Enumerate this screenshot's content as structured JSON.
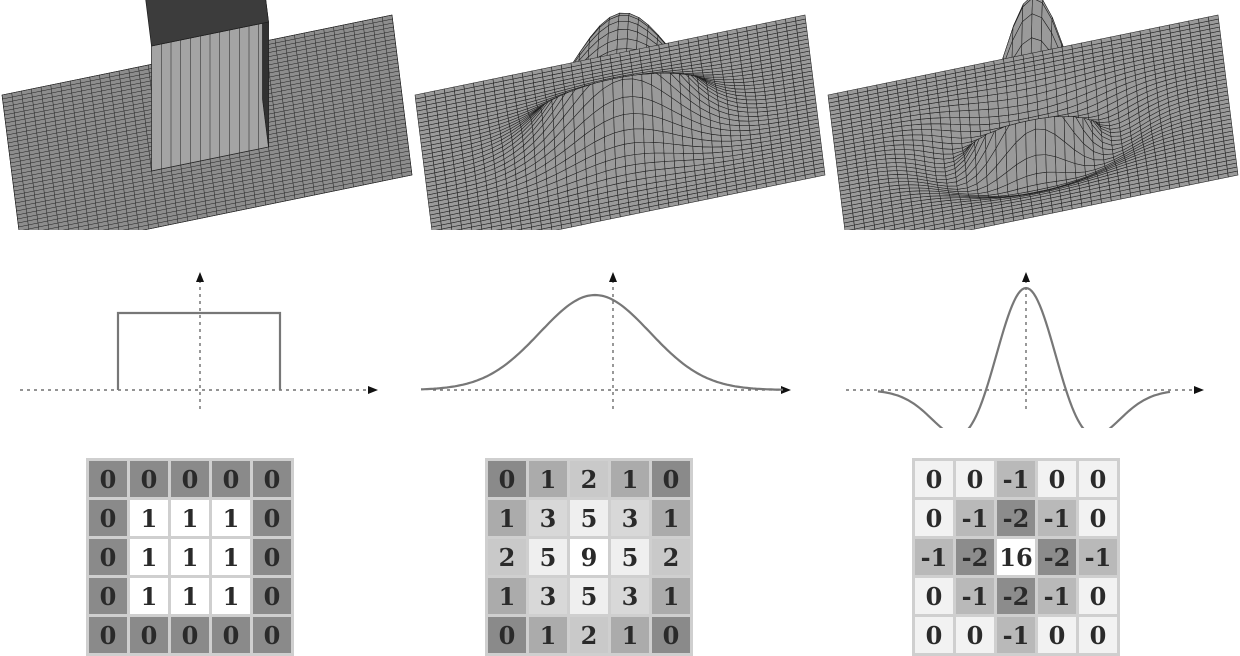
{
  "filters": [
    {
      "profile": "box",
      "kernel": [
        [
          "0",
          "0",
          "0",
          "0",
          "0"
        ],
        [
          "0",
          "1",
          "1",
          "1",
          "0"
        ],
        [
          "0",
          "1",
          "1",
          "1",
          "0"
        ],
        [
          "0",
          "1",
          "1",
          "1",
          "0"
        ],
        [
          "0",
          "0",
          "0",
          "0",
          "0"
        ]
      ],
      "shades": [
        [
          "#8a8a8a",
          "#8a8a8a",
          "#8a8a8a",
          "#8a8a8a",
          "#8a8a8a"
        ],
        [
          "#8a8a8a",
          "#ffffff",
          "#ffffff",
          "#ffffff",
          "#8a8a8a"
        ],
        [
          "#8a8a8a",
          "#ffffff",
          "#ffffff",
          "#ffffff",
          "#8a8a8a"
        ],
        [
          "#8a8a8a",
          "#ffffff",
          "#ffffff",
          "#ffffff",
          "#8a8a8a"
        ],
        [
          "#8a8a8a",
          "#8a8a8a",
          "#8a8a8a",
          "#8a8a8a",
          "#8a8a8a"
        ]
      ]
    },
    {
      "profile": "gaussian",
      "kernel": [
        [
          "0",
          "1",
          "2",
          "1",
          "0"
        ],
        [
          "1",
          "3",
          "5",
          "3",
          "1"
        ],
        [
          "2",
          "5",
          "9",
          "5",
          "2"
        ],
        [
          "1",
          "3",
          "5",
          "3",
          "1"
        ],
        [
          "0",
          "1",
          "2",
          "1",
          "0"
        ]
      ],
      "shades": [
        [
          "#8a8a8a",
          "#ababab",
          "#c9c9c9",
          "#ababab",
          "#8a8a8a"
        ],
        [
          "#ababab",
          "#d8d8d8",
          "#efefef",
          "#d8d8d8",
          "#ababab"
        ],
        [
          "#c9c9c9",
          "#efefef",
          "#ffffff",
          "#efefef",
          "#c9c9c9"
        ],
        [
          "#ababab",
          "#d8d8d8",
          "#efefef",
          "#d8d8d8",
          "#ababab"
        ],
        [
          "#8a8a8a",
          "#ababab",
          "#c9c9c9",
          "#ababab",
          "#8a8a8a"
        ]
      ]
    },
    {
      "profile": "laplacian-of-gaussian",
      "kernel": [
        [
          "0",
          "0",
          "-1",
          "0",
          "0"
        ],
        [
          "0",
          "-1",
          "-2",
          "-1",
          "0"
        ],
        [
          "-1",
          "-2",
          "16",
          "-2",
          "-1"
        ],
        [
          "0",
          "-1",
          "-2",
          "-1",
          "0"
        ],
        [
          "0",
          "0",
          "-1",
          "0",
          "0"
        ]
      ],
      "shades": [
        [
          "#f2f2f2",
          "#f2f2f2",
          "#b9b9b9",
          "#f2f2f2",
          "#f2f2f2"
        ],
        [
          "#f2f2f2",
          "#b9b9b9",
          "#8c8c8c",
          "#b9b9b9",
          "#f2f2f2"
        ],
        [
          "#b9b9b9",
          "#8c8c8c",
          "#ffffff",
          "#8c8c8c",
          "#b9b9b9"
        ],
        [
          "#f2f2f2",
          "#b9b9b9",
          "#8c8c8c",
          "#b9b9b9",
          "#f2f2f2"
        ],
        [
          "#f2f2f2",
          "#f2f2f2",
          "#b9b9b9",
          "#f2f2f2",
          "#f2f2f2"
        ]
      ]
    }
  ]
}
